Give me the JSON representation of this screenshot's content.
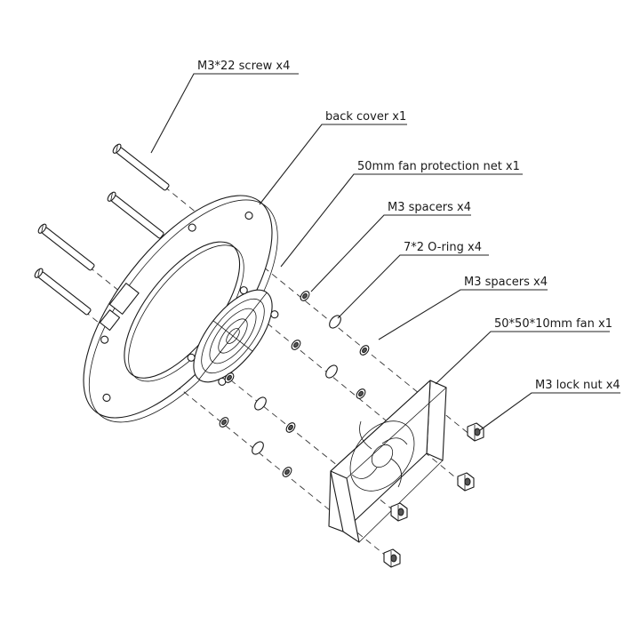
{
  "labels": {
    "screw": "M3*22 screw x4",
    "back_cover": "back cover x1",
    "protection_net": "50mm fan protection net x1",
    "spacers_1": "M3 spacers x4",
    "o_ring": "7*2 O-ring x4",
    "spacers_2": "M3 spacers x4",
    "fan": "50*50*10mm fan x1",
    "lock_nut": "M3 lock nut x4"
  }
}
